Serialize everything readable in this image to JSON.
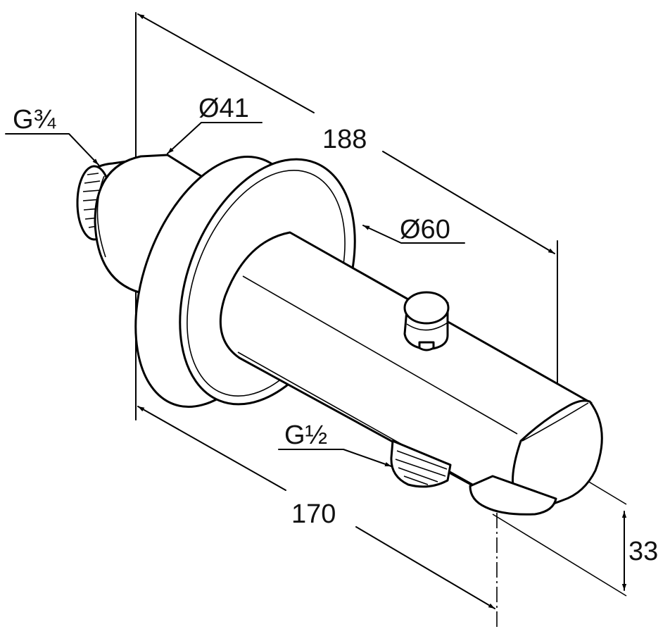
{
  "dimensions": {
    "thread_inlet": "G¾",
    "body_diameter": "Ø41",
    "overall_length": "188",
    "rosette_diameter": "Ø60",
    "thread_outlet": "G½",
    "projection_length": "170",
    "outlet_height": "33"
  }
}
